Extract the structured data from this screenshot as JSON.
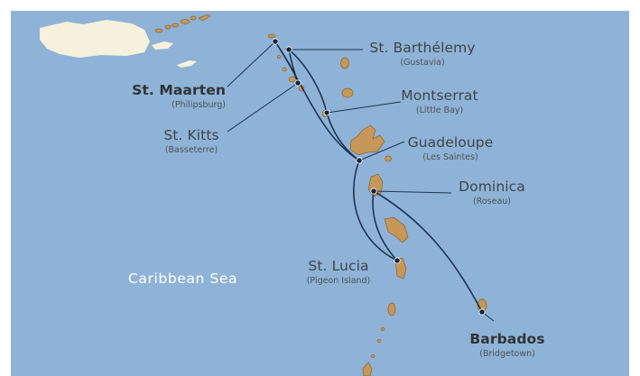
{
  "map": {
    "sea_label": "Caribbean Sea",
    "colors": {
      "sea": "#8fb3d6",
      "land_pale": "#f6f1dc",
      "island": "#c69758",
      "island_outline": "#8a6530",
      "route": "#1b3555",
      "label_text": "#3d4549"
    },
    "ports": [
      {
        "id": "st-maarten",
        "name": "St. Maarten",
        "sub": "(Philipsburg)",
        "bold": true
      },
      {
        "id": "st-barthelemy",
        "name": "St. Barthélemy",
        "sub": "(Gustavia)",
        "bold": false
      },
      {
        "id": "st-kitts",
        "name": "St. Kitts",
        "sub": "(Basseterre)",
        "bold": false
      },
      {
        "id": "montserrat",
        "name": "Montserrat",
        "sub": "(Little Bay)",
        "bold": false
      },
      {
        "id": "guadeloupe",
        "name": "Guadeloupe",
        "sub": "(Les Saintes)",
        "bold": false
      },
      {
        "id": "dominica",
        "name": "Dominica",
        "sub": "(Roseau)",
        "bold": false
      },
      {
        "id": "st-lucia",
        "name": "St. Lucia",
        "sub": "(Pigeon Island)",
        "bold": false
      },
      {
        "id": "barbados",
        "name": "Barbados",
        "sub": "(Bridgetown)",
        "bold": true
      }
    ]
  }
}
